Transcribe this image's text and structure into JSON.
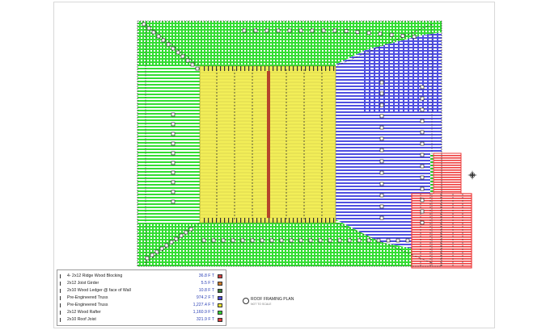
{
  "app": {
    "title": "Roof Framing Takeoff"
  },
  "plan": {
    "title": "ROOF FRAMING PLAN",
    "scale_note": "NOT TO SCALE"
  },
  "legend": {
    "items": [
      {
        "label": "4- 2x12 Ridge Wood Blocking",
        "quantity": "36.8 F T",
        "color": "#d04040"
      },
      {
        "label": "2x12 Joist Girder",
        "quantity": "5.5 F T",
        "color": "#cc7a2a"
      },
      {
        "label": "2x10 Wood Ledger @ face of Wall",
        "quantity": "10.8 F T",
        "color": "#3b7a3b"
      },
      {
        "label": "Pre-Engineered Truss",
        "quantity": "974.2 F T",
        "color": "#4d4dd6"
      },
      {
        "label": "Pre-Engineered Truss",
        "quantity": "1,227.4 F T",
        "color": "#e8e030"
      },
      {
        "label": "2x12 Wood Rafter",
        "quantity": "1,160.9 F T",
        "color": "#33cc33"
      },
      {
        "label": "2x10 Roof Joist",
        "quantity": "321.9 F T",
        "color": "#e03c3c"
      }
    ]
  },
  "colors": {
    "green": "#33dd33",
    "yellow": "#f2ee58",
    "blue": "#4f4fe0",
    "red": "#ee3c3c",
    "ridge": "#b5452b"
  },
  "icons": {
    "compass": "compass-rose-icon",
    "title_mark": "section-mark-icon"
  }
}
